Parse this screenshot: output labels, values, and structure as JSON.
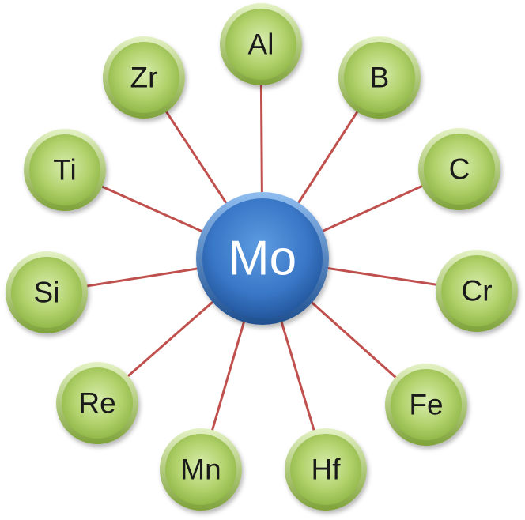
{
  "hub": {
    "label": "Mo",
    "color": "#3a78c8"
  },
  "satellites": [
    {
      "id": "al",
      "label": "Al"
    },
    {
      "id": "b",
      "label": "B"
    },
    {
      "id": "c",
      "label": "C"
    },
    {
      "id": "cr",
      "label": "Cr"
    },
    {
      "id": "fe",
      "label": "Fe"
    },
    {
      "id": "hf",
      "label": "Hf"
    },
    {
      "id": "mn",
      "label": "Mn"
    },
    {
      "id": "re",
      "label": "Re"
    },
    {
      "id": "si",
      "label": "Si"
    },
    {
      "id": "ti",
      "label": "Ti"
    },
    {
      "id": "zr",
      "label": "Zr"
    }
  ],
  "colors": {
    "satellite_fill": "#a9cc5e",
    "satellite_edge": "#76962f",
    "connector": "#c0504d"
  }
}
